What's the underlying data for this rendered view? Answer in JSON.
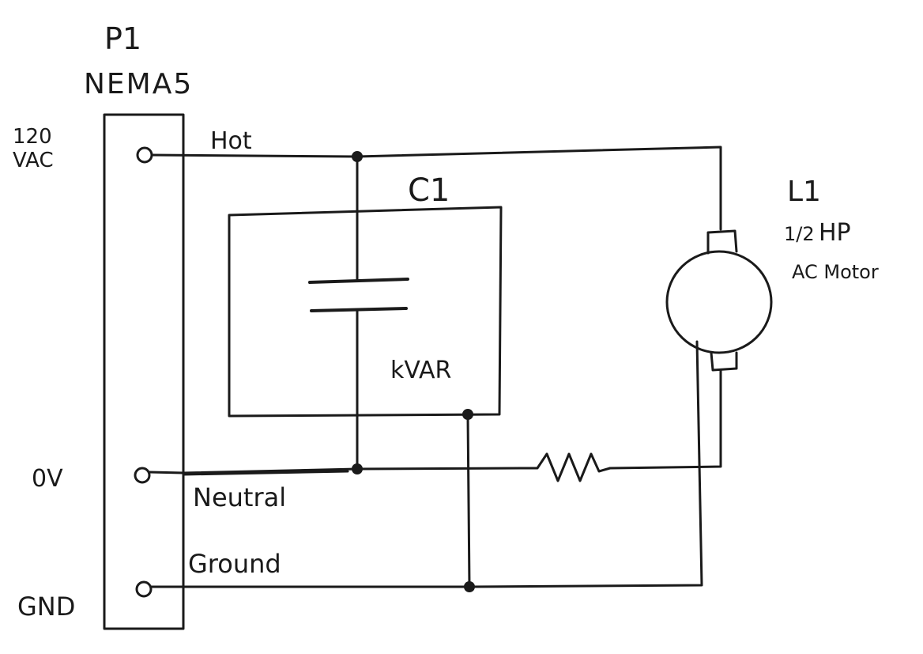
{
  "connector": {
    "ref": "P1",
    "type": "NEMA5",
    "pins": [
      {
        "label": "120\nVAC"
      },
      {
        "label": "0V"
      },
      {
        "label": "GND"
      }
    ]
  },
  "wires": {
    "hot": "Hot",
    "neutral": "Neutral",
    "ground": "Ground"
  },
  "capacitor": {
    "ref": "C1",
    "unit": "kVAR"
  },
  "motor": {
    "ref": "L1",
    "rating_fraction": "1/2",
    "rating_unit": "HP",
    "description": "AC Motor"
  },
  "colors": {
    "ink": "#1a1a1a",
    "paper": "#ffffff"
  }
}
